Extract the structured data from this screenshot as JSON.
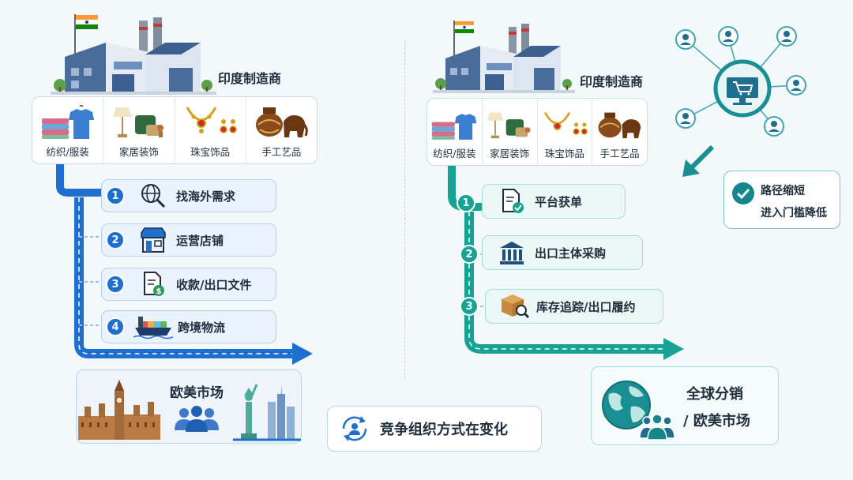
{
  "left": {
    "manufacturer": "印度制造商",
    "categories": [
      "纺织/服装",
      "家居装饰",
      "珠宝饰品",
      "手工艺品"
    ],
    "steps": [
      "找海外需求",
      "运营店铺",
      "收款/出口文件",
      "跨境物流"
    ],
    "step_numbers": [
      "1",
      "2",
      "3",
      "4"
    ],
    "market": "欧美市场"
  },
  "right": {
    "manufacturer": "印度制造商",
    "categories": [
      "纺织/服装",
      "家居装饰",
      "珠宝饰品",
      "手工艺品"
    ],
    "steps": [
      "平台获单",
      "出口主体采购",
      "库存追踪/出口履约"
    ],
    "step_numbers": [
      "1",
      "2",
      "3"
    ],
    "benefit_line1": "路径缩短",
    "benefit_line2": "进入门槛降低",
    "distribution_line1": "全球分销",
    "distribution_line2": "/ 欧美市场"
  },
  "center_caption": "竞争组织方式在变化",
  "colors": {
    "blue": "#1f6fd1",
    "teal": "#17a393",
    "flag_saffron": "#ff9933",
    "flag_green": "#138808"
  }
}
